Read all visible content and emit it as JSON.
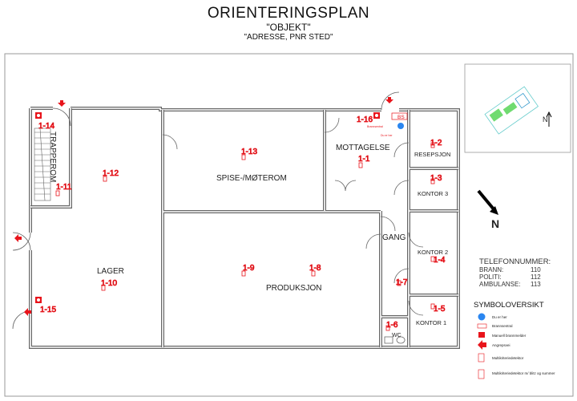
{
  "header": {
    "title": "ORIENTERINGSPLAN",
    "object": "\"OBJEKT\"",
    "address": "\"ADRESSE, PNR STED\""
  },
  "rooms": {
    "trapperom": "TRAPPEROM",
    "lager": "LAGER",
    "spise": "SPISE-/MØTEROM",
    "produksjon": "PRODUKSJON",
    "mottagelse": "MOTTAGELSE",
    "resepsjon": "RESEPSJON",
    "kontor3": "KONTOR 3",
    "gang": "GANG",
    "kontor2": "KONTOR 2",
    "kontor1": "KONTOR 1",
    "wc": "WC"
  },
  "detectors": [
    "1-1",
    "1-2",
    "1-3",
    "1-4",
    "1-5",
    "1-6",
    "1-7",
    "1-8",
    "1-9",
    "1-10",
    "1-11",
    "1-12",
    "1-13",
    "1-14",
    "1-15",
    "1-16"
  ],
  "markers": {
    "bs": "BS",
    "brannsentral_tag": "Brannsentral",
    "du_er_her_tag": "Du er her"
  },
  "north": "N",
  "phones": {
    "heading": "TELEFONNUMMER:",
    "rows": [
      {
        "label": "BRANN:",
        "value": "110"
      },
      {
        "label": "POLITI:",
        "value": "112"
      },
      {
        "label": "AMBULANSE:",
        "value": "113"
      }
    ]
  },
  "legend": {
    "heading": "SYMBOLOVERSIKT",
    "items": [
      "Du er her",
      "Brannsentral",
      "Manuell brannmelder",
      "Angrepsvei",
      "Multikriteriedetektor",
      "Multikriteriedetektor m/ blitz og summer"
    ]
  },
  "colors": {
    "fire_red": "#e8141b",
    "you_are_here": "#2a86f0",
    "wall": "#666666"
  }
}
